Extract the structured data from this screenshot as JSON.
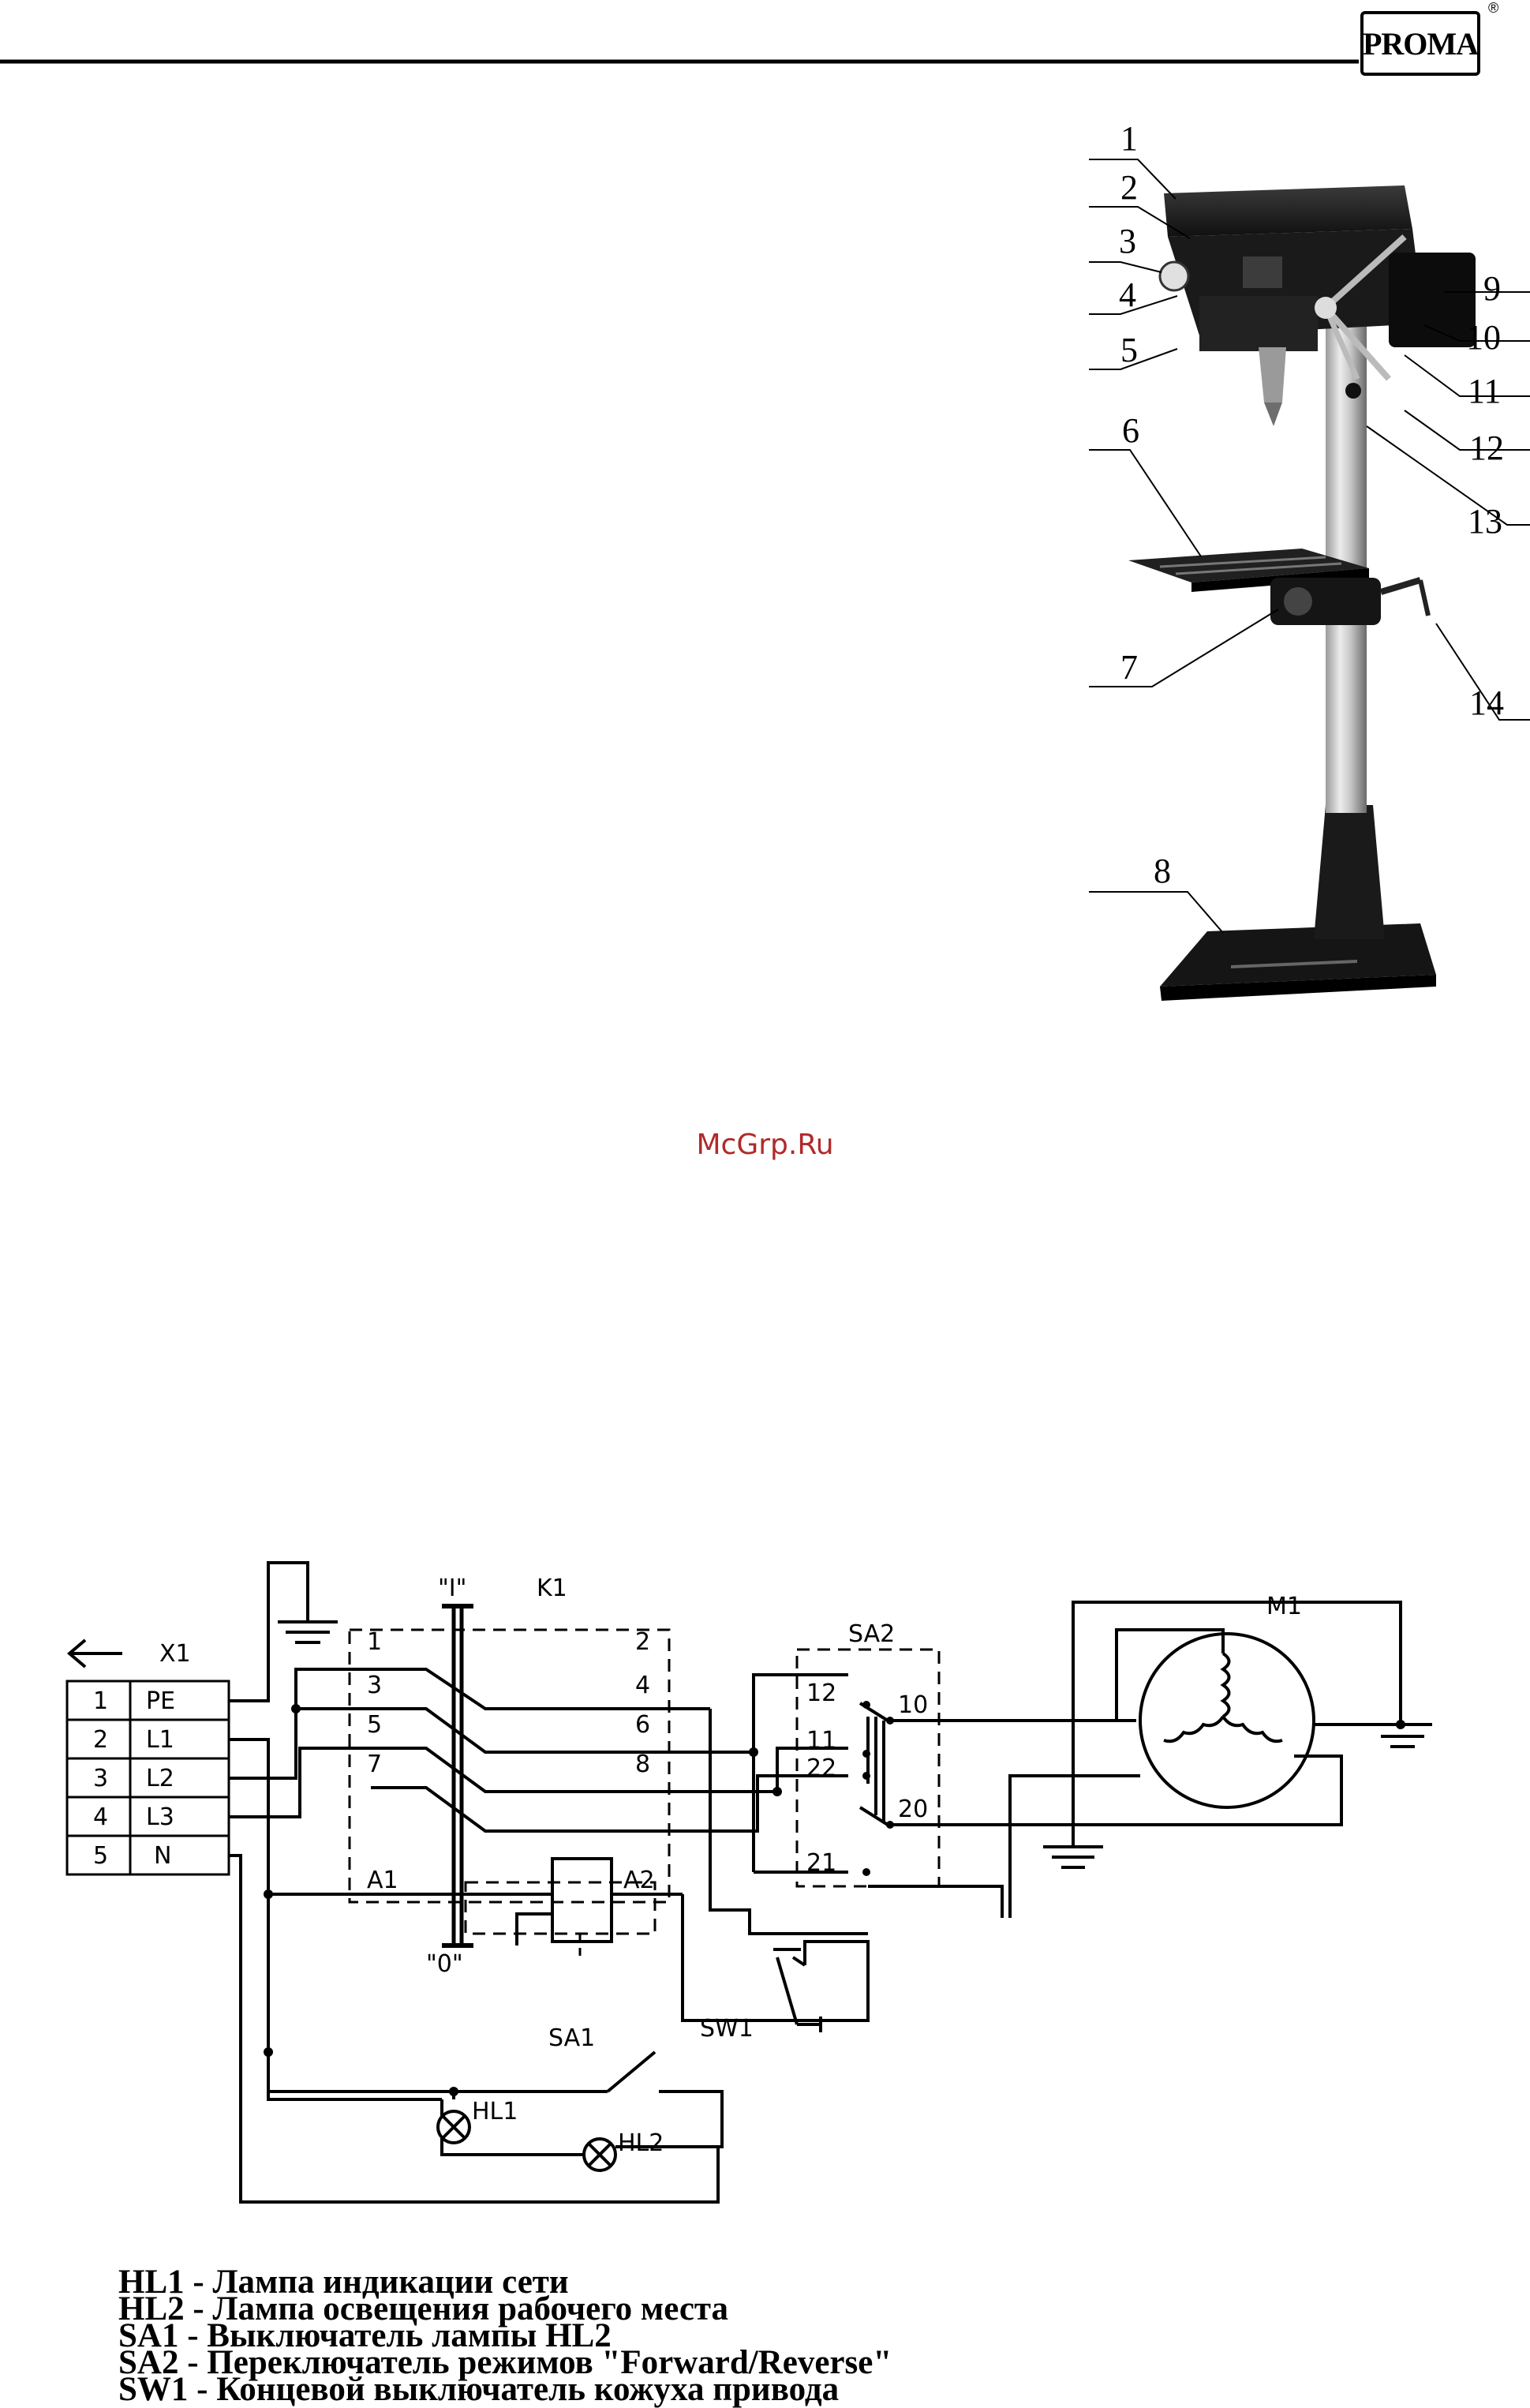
{
  "header": {
    "brand": "PROMA",
    "registered_mark": "®"
  },
  "photo": {
    "callouts": [
      "1",
      "2",
      "3",
      "4",
      "5",
      "6",
      "7",
      "8",
      "9",
      "10",
      "11",
      "12",
      "13",
      "14"
    ]
  },
  "watermark": "McGrp.Ru",
  "schematic": {
    "x1_label": "X1",
    "x1_rows": [
      {
        "num": "1",
        "name": "PE"
      },
      {
        "num": "2",
        "name": "L1"
      },
      {
        "num": "3",
        "name": "L2"
      },
      {
        "num": "4",
        "name": "L3"
      },
      {
        "num": "5",
        "name": "N"
      }
    ],
    "k1_label": "K1",
    "k1_on": "\"I\"",
    "k1_off": "\"0\"",
    "k1_left_terms": [
      "1",
      "3",
      "5",
      "7"
    ],
    "k1_right_terms": [
      "2",
      "4",
      "6",
      "8"
    ],
    "k1_coil_a1": "A1",
    "k1_coil_a2": "A2",
    "sa2_label": "SA2",
    "sa2_terms": [
      "12",
      "11",
      "22",
      "21",
      "10",
      "20"
    ],
    "m1_label": "M1",
    "sw1_label": "SW1",
    "sa1_label": "SA1",
    "hl1_label": "HL1",
    "hl2_label": "HL2"
  },
  "legend": [
    "HL1 - Лампа индикации сети",
    "HL2 - Лампа освещения рабочего места",
    "SA1 - Выключатель лампы HL2",
    "SA2 - Переключатель режимов \"Forward/Reverse\"",
    "SW1 - Концевой выключатель кожуха привода"
  ]
}
